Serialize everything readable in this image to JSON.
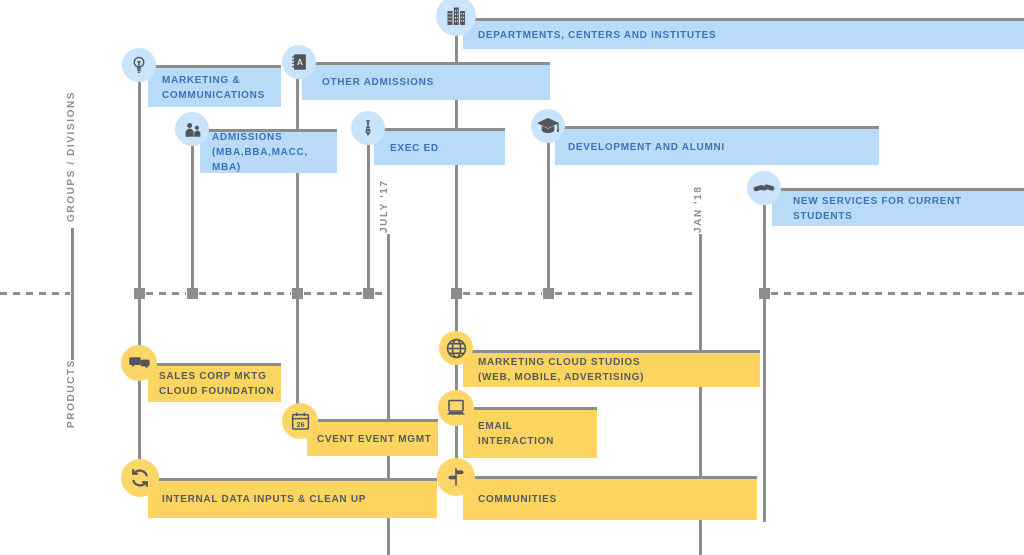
{
  "axis": {
    "top_label": "GROUPS / DIVISIONS",
    "bottom_label": "PRODUCTS"
  },
  "milestones": [
    {
      "label": "JULY '17"
    },
    {
      "label": "JAN '18"
    }
  ],
  "groups": [
    {
      "label": "DEPARTMENTS, CENTERS AND INSTITUTES",
      "icon": "buildings-icon"
    },
    {
      "label": "MARKETING &\nCOMMUNICATIONS",
      "icon": "lightbulb-icon"
    },
    {
      "label": "OTHER ADMISSIONS",
      "icon": "notebook-icon"
    },
    {
      "label": "ADMISSIONS\n(MBA,BBA,MACC, MBA)",
      "icon": "people-icon"
    },
    {
      "label": "EXEC ED",
      "icon": "necktie-icon"
    },
    {
      "label": "DEVELOPMENT AND ALUMNI",
      "icon": "graduation-cap-icon"
    },
    {
      "label": "NEW SERVICES FOR CURRENT STUDENTS",
      "icon": "handshake-icon"
    }
  ],
  "products": [
    {
      "label": "SALES CORP MKTG\nCLOUD FOUNDATION",
      "icon": "chat-bubbles-icon"
    },
    {
      "label": "MARKETING CLOUD STUDIOS\n(WEB, MOBILE, ADVERTISING)",
      "icon": "globe-icon"
    },
    {
      "label": "CVENT EVENT MGMT",
      "icon": "calendar-icon",
      "calendar_day": "26"
    },
    {
      "label": "EMAIL\nINTERACTION",
      "icon": "laptop-icon"
    },
    {
      "label": "INTERNAL DATA INPUTS & CLEAN UP",
      "icon": "sync-icon"
    },
    {
      "label": "COMMUNITIES",
      "icon": "signpost-icon"
    }
  ],
  "colors": {
    "blue_bar": "#B9DBF8",
    "blue_circle": "#C9E4FB",
    "blue_text": "#3D72B8",
    "yellow_bar": "#FBD55F",
    "yellow_circle": "#FCD768",
    "yellow_text": "#555A61",
    "line_gray": "#8D8D8D",
    "icon_gray": "#54565B",
    "bg": "#FFFFFF"
  }
}
